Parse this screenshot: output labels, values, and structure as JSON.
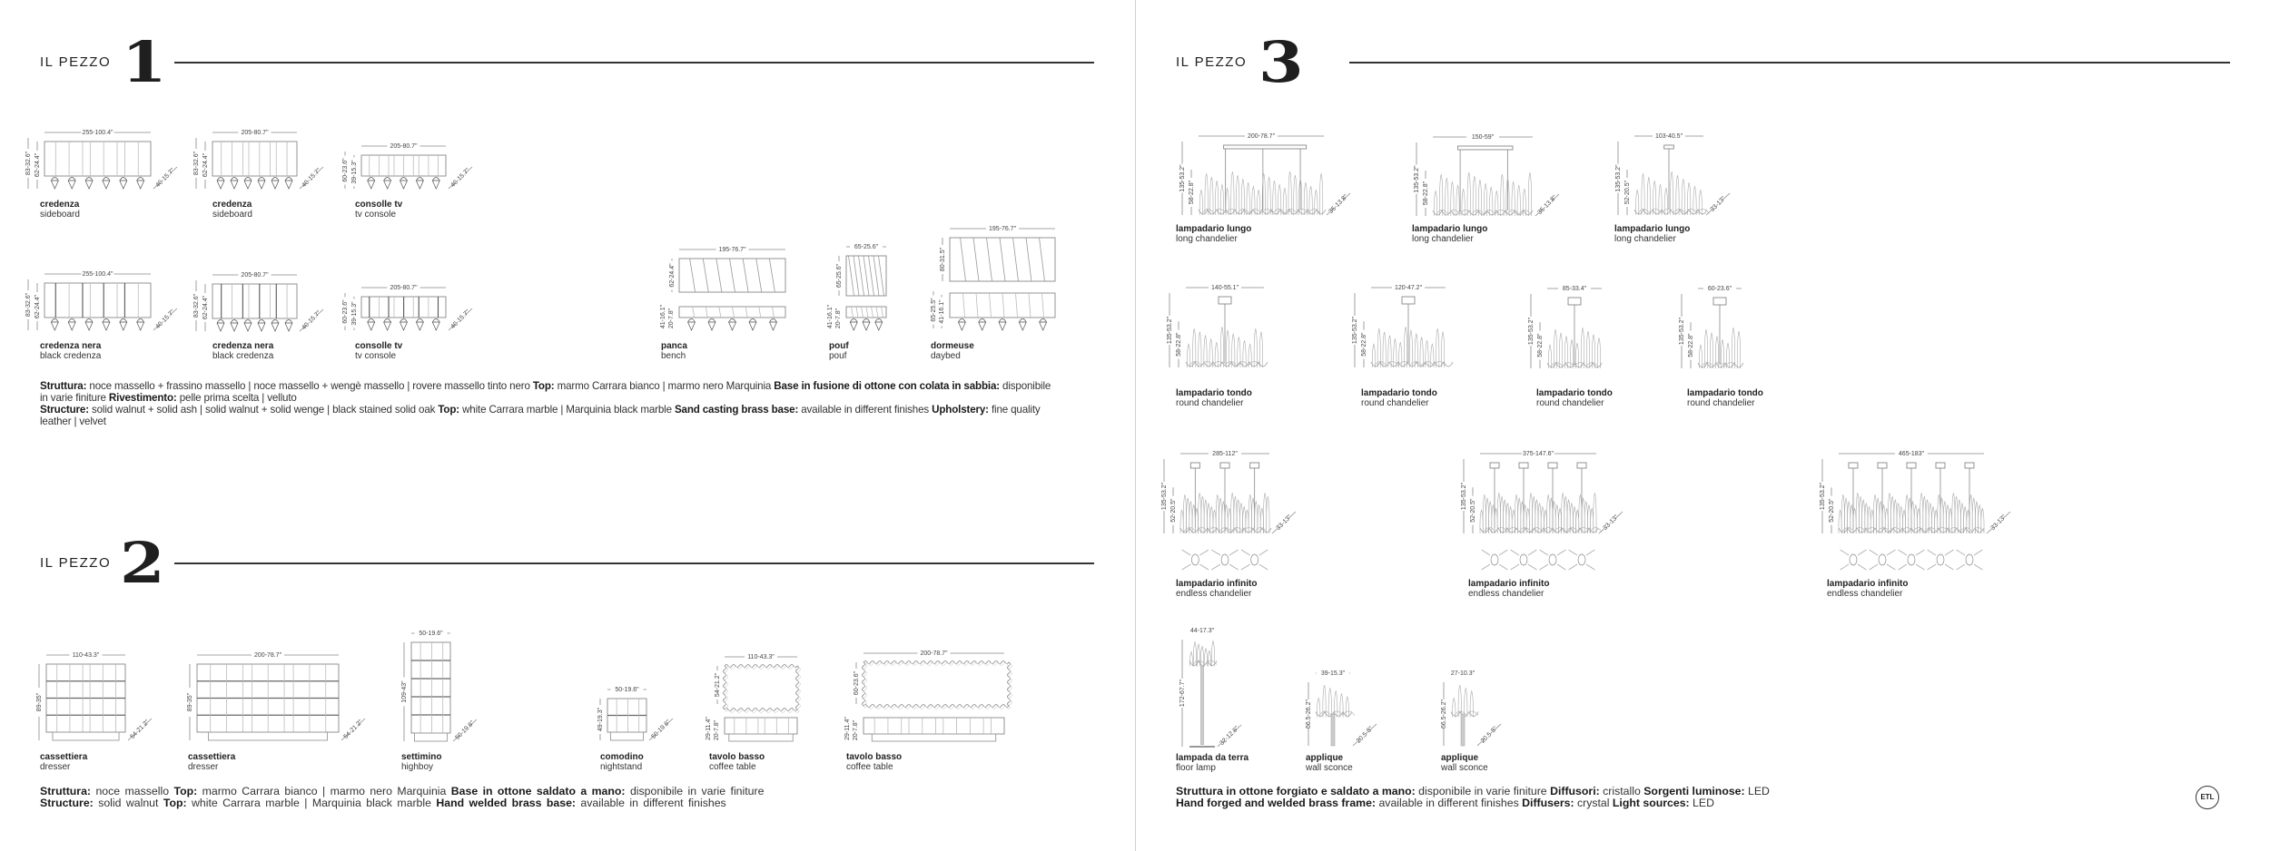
{
  "piece1": {
    "label": "IL PEZZO",
    "number": "1",
    "items": [
      {
        "name": "credenza",
        "sub": "sideboard",
        "w": "255-100.4\"",
        "h": [
          "83-32.6\"",
          "62-24.4\""
        ],
        "d": "40-15.7\""
      },
      {
        "name": "credenza",
        "sub": "sideboard",
        "w": "205-80.7\"",
        "h": [
          "83-32.6\"",
          "62-24.4\""
        ],
        "d": "40-15.7\""
      },
      {
        "name": "consolle tv",
        "sub": "tv console",
        "w": "205-80.7\"",
        "h": [
          "60-23.6\"",
          "39-15.3\""
        ],
        "d": "40-15.7\""
      },
      {
        "name": "credenza nera",
        "sub": "black credenza",
        "w": "255-100.4\"",
        "h": [
          "83-32.6\"",
          "62-24.4\""
        ],
        "d": "40-15.7\""
      },
      {
        "name": "credenza nera",
        "sub": "black credenza",
        "w": "205-80.7\"",
        "h": [
          "83-32.6\"",
          "62-24.4\""
        ],
        "d": "40-15.7\""
      },
      {
        "name": "consolle tv",
        "sub": "tv console",
        "w": "205-80.7\"",
        "h": [
          "60-23.6\"",
          "39-15.3\""
        ],
        "d": "40-15.7\""
      },
      {
        "name": "panca",
        "sub": "bench",
        "w": "195-76.7\"",
        "h": [
          "62-24.4\""
        ],
        "hs": [
          "41-16.1\"",
          "20-7.8\""
        ]
      },
      {
        "name": "pouf",
        "sub": "pouf",
        "w": "65-25.6\"",
        "h": [
          "65-25.6\""
        ],
        "hs": [
          "41-16.1\"",
          "20-7.8\""
        ]
      },
      {
        "name": "dormeuse",
        "sub": "daybed",
        "w": "195-76.7\"",
        "h": [
          "80-31.5\""
        ],
        "hs": [
          "65-25.5\"",
          "41-16.1\""
        ]
      }
    ],
    "spec": [
      [
        {
          "b": true,
          "t": "Struttura: "
        },
        {
          "t": "noce massello + frassino massello | noce massello + wengè massello | rovere massello tinto nero "
        },
        {
          "b": true,
          "t": "Top: "
        },
        {
          "t": "marmo Carrara bianco | marmo nero Marquinia "
        },
        {
          "b": true,
          "t": "Base in fusione di ottone con colata in sabbia: "
        },
        {
          "t": "disponibile in varie finiture "
        },
        {
          "b": true,
          "t": "Rivestimento: "
        },
        {
          "t": "pelle prima scelta | velluto"
        }
      ],
      [
        {
          "b": true,
          "t": "Structure: "
        },
        {
          "t": "solid walnut + solid ash | solid walnut + solid wenge | black stained solid oak "
        },
        {
          "b": true,
          "t": "Top: "
        },
        {
          "t": "white Carrara marble | Marquinia black marble "
        },
        {
          "b": true,
          "t": "Sand casting brass base: "
        },
        {
          "t": "available in different finishes "
        },
        {
          "b": true,
          "t": "Upholstery: "
        },
        {
          "t": "fine quality leather | velvet"
        }
      ]
    ]
  },
  "piece2": {
    "label": "IL PEZZO",
    "number": "2",
    "items": [
      {
        "name": "cassettiera",
        "sub": "dresser",
        "w": "110-43.3\"",
        "h": [
          "89-35\""
        ],
        "d": "54-21.2\""
      },
      {
        "name": "cassettiera",
        "sub": "dresser",
        "w": "200-78.7\"",
        "h": [
          "89-35\""
        ],
        "d": "54-21.2\""
      },
      {
        "name": "settimino",
        "sub": "highboy",
        "w": "50-19.6\"",
        "h": [
          "109-43\""
        ],
        "d": "50-19.6\""
      },
      {
        "name": "comodino",
        "sub": "nightstand",
        "w": "50-19.6\"",
        "h": [
          "49-19.3\""
        ],
        "d": "50-19.6\""
      },
      {
        "name": "tavolo basso",
        "sub": "coffee table",
        "w": "110-43.3\"",
        "h": [
          "54-21.2\""
        ],
        "hs": [
          "29-11.4\"",
          "20-7.8\""
        ]
      },
      {
        "name": "tavolo basso",
        "sub": "coffee table",
        "w": "200-78.7\"",
        "h": [
          "60-23.6\""
        ],
        "hs": [
          "29-11.4\"",
          "20-7.8\""
        ]
      }
    ],
    "spec": [
      [
        {
          "b": true,
          "t": "Struttura: "
        },
        {
          "t": "noce massello "
        },
        {
          "b": true,
          "t": "Top: "
        },
        {
          "t": "marmo Carrara bianco | marmo nero Marquinia "
        },
        {
          "b": true,
          "t": "Base in ottone saldato a mano: "
        },
        {
          "t": "disponibile in varie finiture"
        }
      ],
      [
        {
          "b": true,
          "t": "Structure: "
        },
        {
          "t": "solid walnut "
        },
        {
          "b": true,
          "t": "Top: "
        },
        {
          "t": "white Carrara marble | Marquinia black marble "
        },
        {
          "b": true,
          "t": "Hand welded brass base: "
        },
        {
          "t": "available in different finishes"
        }
      ]
    ]
  },
  "piece3": {
    "label": "IL PEZZO",
    "number": "3",
    "items": [
      {
        "name": "lampadario lungo",
        "sub": "long chandelier",
        "w": "200-78.7\"",
        "h": [
          "135-53.2\"",
          "58-22.8\""
        ],
        "d": "35-13.8\""
      },
      {
        "name": "lampadario lungo",
        "sub": "long chandelier",
        "w": "150-59\"",
        "h": [
          "135-53.2\"",
          "58-22.8\""
        ],
        "d": "35-13.8\""
      },
      {
        "name": "lampadario lungo",
        "sub": "long chandelier",
        "w": "103-40.5\"",
        "h": [
          "135-53.2\"",
          "52-20.5\""
        ],
        "d": "33-13\""
      },
      {
        "name": "lampadario tondo",
        "sub": "round chandelier",
        "w": "140-55.1\"",
        "h": [
          "135-53.2\"",
          "58-22.8\""
        ]
      },
      {
        "name": "lampadario tondo",
        "sub": "round chandelier",
        "w": "120-47.2\"",
        "h": [
          "135-53.2\"",
          "58-22.8\""
        ]
      },
      {
        "name": "lampadario tondo",
        "sub": "round chandelier",
        "w": "85-33.4\"",
        "h": [
          "135-53.2\"",
          "58-22.8\""
        ]
      },
      {
        "name": "lampadario tondo",
        "sub": "round chandelier",
        "w": "60-23.6\"",
        "h": [
          "135-53.2\"",
          "58-22.8\""
        ]
      },
      {
        "name": "lampadario infinito",
        "sub": "endless chandelier",
        "w": "285-112\"",
        "h": [
          "135-53.2\"",
          "52-20.5\""
        ],
        "d": "33-13\""
      },
      {
        "name": "lampadario infinito",
        "sub": "endless chandelier",
        "w": "375-147.6\"",
        "h": [
          "135-53.2\"",
          "52-20.5\""
        ],
        "d": "33-13\""
      },
      {
        "name": "lampadario infinito",
        "sub": "endless chandelier",
        "w": "465-183\"",
        "h": [
          "135-53.2\"",
          "52-20.5\""
        ],
        "d": "33-13\""
      },
      {
        "name": "lampada da terra",
        "sub": "floor lamp",
        "w": "44-17.3\"",
        "h": [
          "172-67.7\""
        ],
        "d": "32-12.6\""
      },
      {
        "name": "applique",
        "sub": "wall sconce",
        "w": "39-15.3\"",
        "h": [
          "66.5-26.2\""
        ],
        "d": "20.5-8\""
      },
      {
        "name": "applique",
        "sub": "wall sconce",
        "w": "27-10.3\"",
        "h": [
          "66.5-26.2\""
        ],
        "d": "20.5-8\""
      }
    ],
    "spec": [
      [
        {
          "b": true,
          "t": "Struttura in ottone forgiato e saldato a mano: "
        },
        {
          "t": "disponibile in varie finiture  "
        },
        {
          "b": true,
          "t": "Diffusori: "
        },
        {
          "t": "cristallo  "
        },
        {
          "b": true,
          "t": "Sorgenti luminose: "
        },
        {
          "t": "LED"
        }
      ],
      [
        {
          "b": true,
          "t": "Hand forged and welded brass frame: "
        },
        {
          "t": "available in different finishes  "
        },
        {
          "b": true,
          "t": "Diffusers: "
        },
        {
          "t": "crystal  "
        },
        {
          "b": true,
          "t": "Light sources: "
        },
        {
          "t": "LED"
        }
      ]
    ]
  },
  "certification_logo": "ETL",
  "colors": {
    "line": "#999999",
    "text": "#222222",
    "divider": "#cfcfcf"
  }
}
